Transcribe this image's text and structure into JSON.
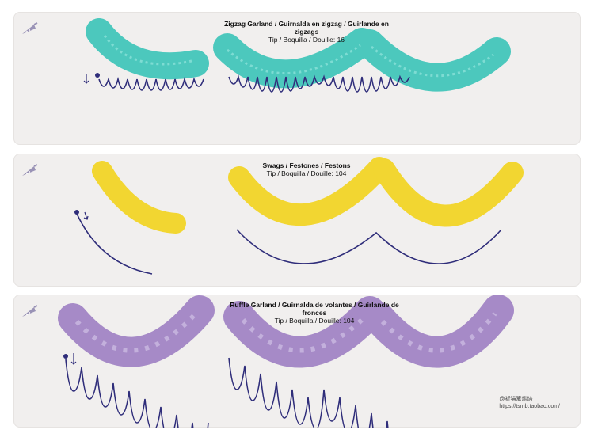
{
  "colors": {
    "panel_bg": "#f1efee",
    "guide_line": "#2f2d7a",
    "bag_icon": "#9a93b6",
    "teal": "#4cc8bd",
    "yellow": "#f2d631",
    "purple": "#a68ac7"
  },
  "sections": [
    {
      "title": "Zigzag Garland / Guirnalda en zigzag / Guirlande en zigzags",
      "tip": "Tip / Boquilla / Douille: 16",
      "icon": "piping-bag-icon"
    },
    {
      "title": "Swags / Festones / Festons",
      "tip": "Tip / Boquilla / Douille: 104",
      "icon": "piping-bag-icon"
    },
    {
      "title": "Ruffle Garland / Guirnalda de volantes / Guirlande de fronces",
      "tip": "Tip / Boquilla / Douille: 104",
      "icon": "piping-bag-icon"
    }
  ],
  "watermark": {
    "line1": "@祈猫篱烘焙",
    "line2": "https://tsmb.taobao.com/"
  }
}
